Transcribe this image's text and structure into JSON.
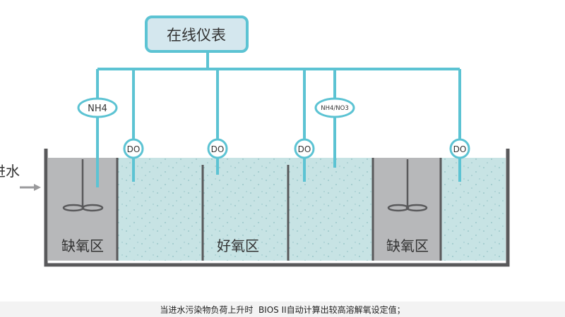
{
  "instrument_box": {
    "label": "在线仪表"
  },
  "inlet": {
    "label": "进水"
  },
  "sensors": {
    "nh4": "NH4",
    "nh4_no3": "NH4/NO3",
    "do": "DO"
  },
  "zones": {
    "anoxic_1": "缺氧区",
    "aerobic": "好氧区",
    "anoxic_2": "缺氧区"
  },
  "caption": "当进水污染物负荷上升时  BIOS II自动计算出较高溶解氧设定值；",
  "colors": {
    "pipe": "#5cc3d3",
    "box_fill": "#d4e7ee",
    "box_border": "#5cc3d3",
    "water": "#c7e3e4",
    "anoxic_fill": "#b7b8ba",
    "tank_wall": "#59595b",
    "caption_bg": "#f3f3f3"
  }
}
